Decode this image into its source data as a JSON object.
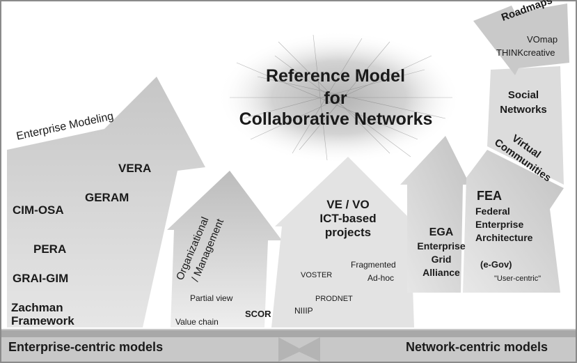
{
  "title": {
    "line1": "Reference Model",
    "line2": "for",
    "line3": "Collaborative Networks"
  },
  "enterprise": {
    "heading": "Enterprise Modeling",
    "items": [
      "VERA",
      "GERAM",
      "CIM-OSA",
      "PERA",
      "GRAI-GIM",
      "Zachman",
      "Framework"
    ]
  },
  "organizational": {
    "arrow_label_1": "Organizational",
    "arrow_label_2": "/ Management",
    "partial_view": "Partial view",
    "value_chain": "Value chain",
    "scor": "SCOR"
  },
  "vevo": {
    "heading_1": "VE / VO",
    "heading_2": "ICT-based",
    "heading_3": "projects",
    "voster": "VOSTER",
    "fragmented": "Fragmented",
    "adhoc": "Ad-hoc",
    "prodnet": "PRODNET",
    "niiip": "NIIIP"
  },
  "ega": {
    "line1": "EGA",
    "line2": "Enterprise",
    "line3": "Grid",
    "line4": "Alliance"
  },
  "fea": {
    "line1": "FEA",
    "line2": "Federal",
    "line3": "Enterprise",
    "line4": "Architecture",
    "egov": "(e-Gov)",
    "user_centric": "\"User-centric\""
  },
  "virtual": {
    "line1": "Virtual",
    "line2": "Communities"
  },
  "social": {
    "line1": "Social",
    "line2": "Networks"
  },
  "roadmaps": {
    "heading": "Roadmaps",
    "item1": "VOmap",
    "item2": "THINKcreative"
  },
  "footer": {
    "left": "Enterprise-centric models",
    "right": "Network-centric models"
  },
  "colors": {
    "arrow": "#d9d9d9",
    "arrow_dark": "#b8b8b8",
    "band": "#c8c8c8"
  }
}
